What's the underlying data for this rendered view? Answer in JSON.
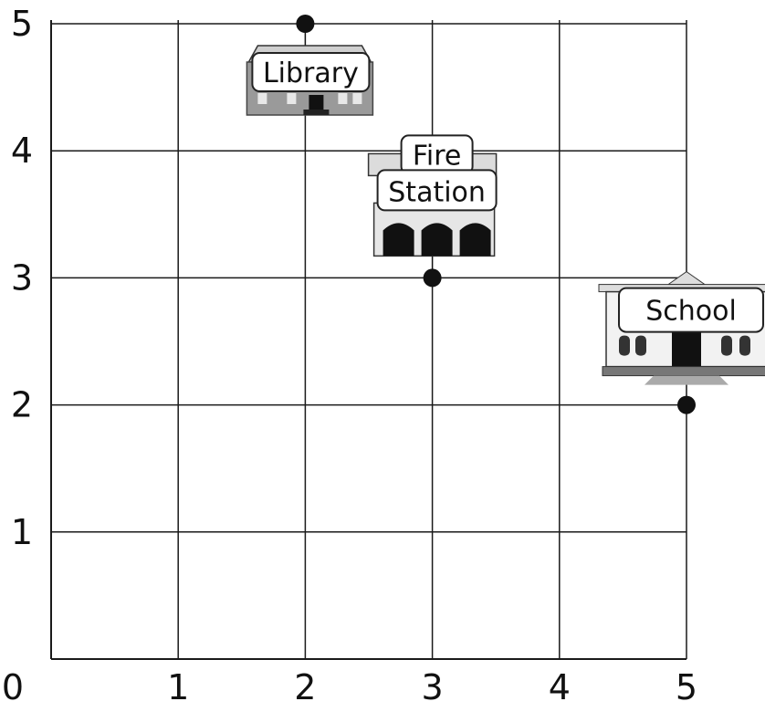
{
  "chart_data": {
    "type": "scatter",
    "x_ticks": [
      "0",
      "1",
      "2",
      "3",
      "4",
      "5"
    ],
    "y_ticks": [
      "1",
      "2",
      "3",
      "4",
      "5"
    ],
    "xlim": [
      0,
      5
    ],
    "ylim": [
      0,
      5
    ],
    "grid": true,
    "points": [
      {
        "label": "Library",
        "x": 2,
        "y": 5
      },
      {
        "label": "Fire Station",
        "label_lines": [
          "Fire",
          "Station"
        ],
        "x": 3,
        "y": 3
      },
      {
        "label": "School",
        "x": 5,
        "y": 2
      }
    ]
  }
}
